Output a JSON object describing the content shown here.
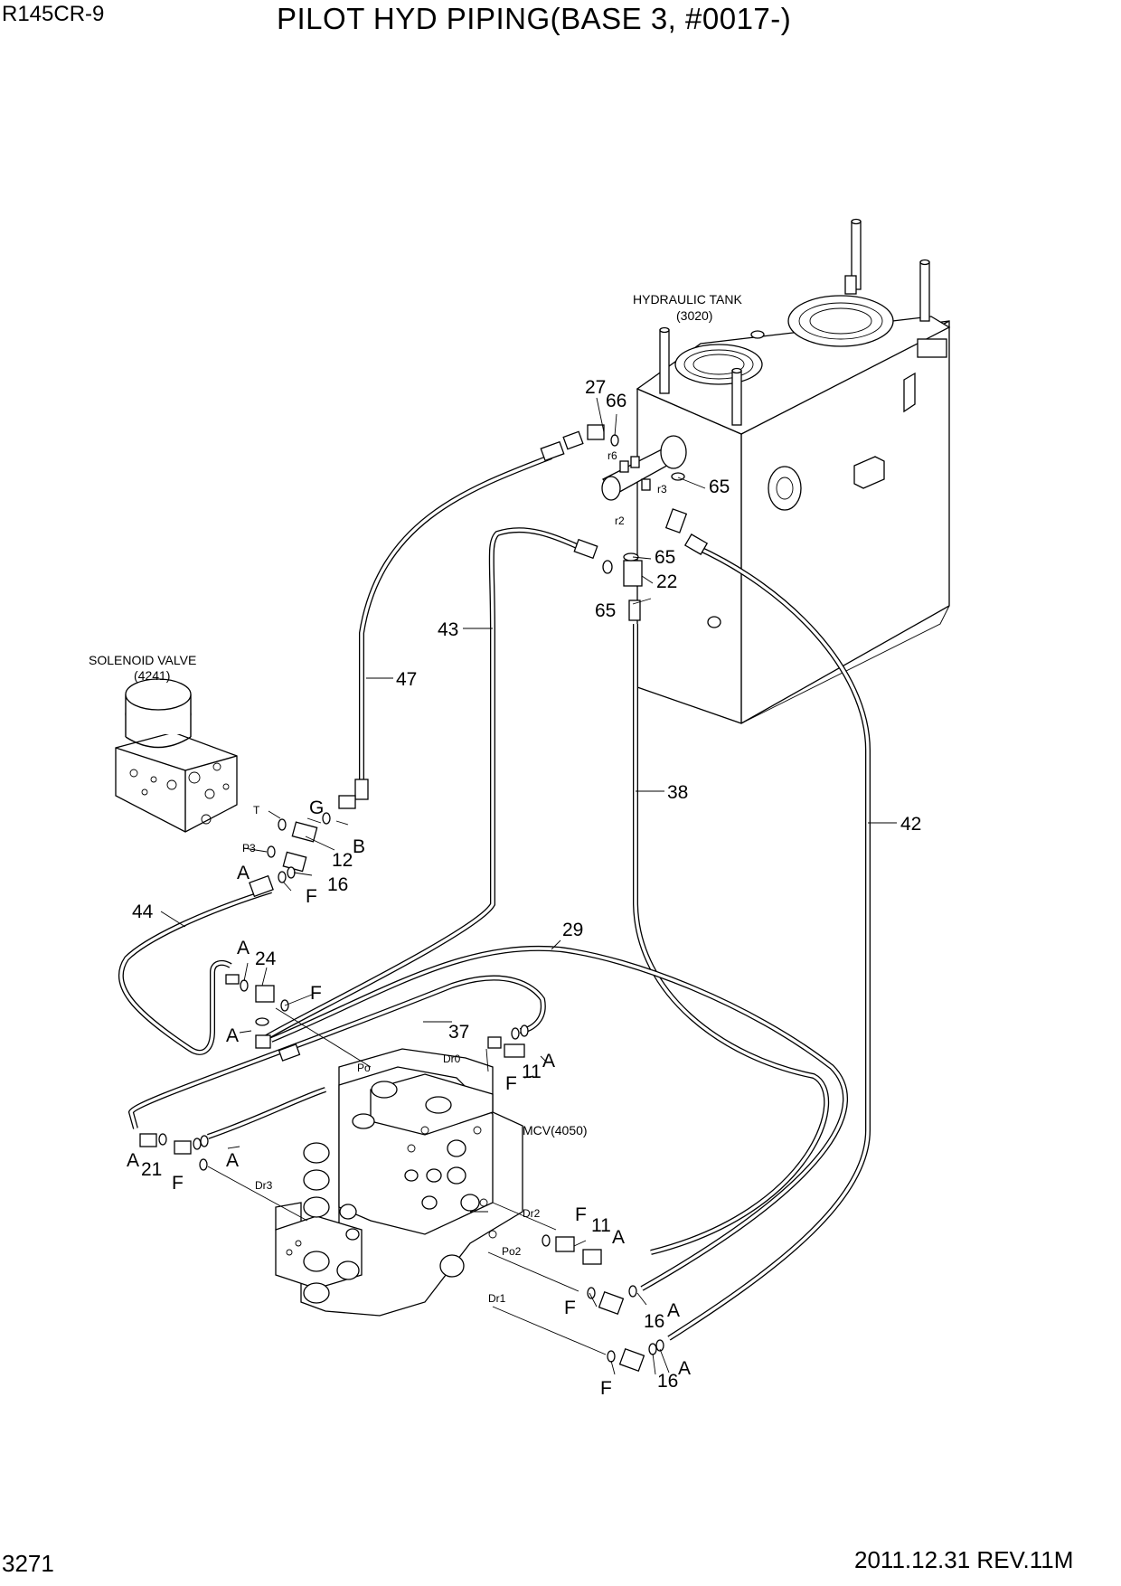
{
  "header": {
    "model": "R145CR-9",
    "title": "PILOT HYD PIPING(BASE 3, #0017-)"
  },
  "footer": {
    "page_number": "3271",
    "revision": "2011.12.31  REV.11M"
  },
  "components": {
    "hydraulic_tank": {
      "name": "HYDRAULIC TANK",
      "code": "(3020)"
    },
    "solenoid_valve": {
      "name": "SOLENOID VALVE",
      "code": "(4241)"
    },
    "mcv": {
      "name": "MCV(4050)"
    }
  },
  "part_numbers": {
    "p27": "27",
    "p66": "66",
    "p65a": "65",
    "p65b": "65",
    "p65c": "65",
    "p22": "22",
    "p43": "43",
    "p47": "47",
    "p38": "38",
    "p42": "42",
    "p12": "12",
    "p16a": "16",
    "p44": "44",
    "p24": "24",
    "p29": "29",
    "p37": "37",
    "p11a": "11",
    "p21": "21",
    "p11b": "11",
    "p16b": "16",
    "p16c": "16"
  },
  "port_labels": {
    "r6": "r6",
    "r3": "r3",
    "r2": "r2",
    "T": "T",
    "P3": "P3",
    "Po": "Po",
    "Dr0": "Dr0",
    "Dr3": "Dr3",
    "Dr2": "Dr2",
    "Po2": "Po2",
    "Dr1": "Dr1"
  },
  "fitting_letters": {
    "G": "G",
    "B": "B",
    "A": "A",
    "F": "F"
  }
}
